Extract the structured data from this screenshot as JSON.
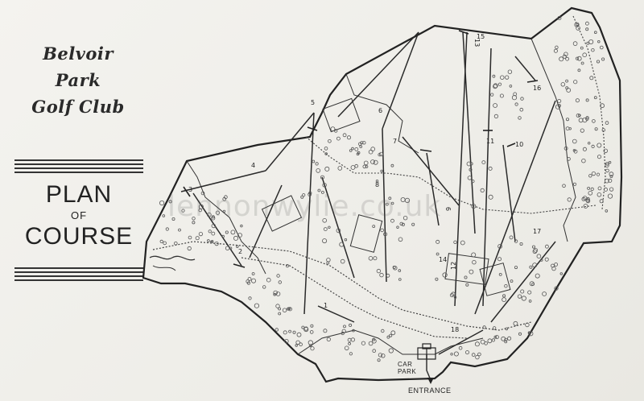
{
  "club": {
    "line1": "Belvoir Park",
    "line2": "Golf Club"
  },
  "plan": {
    "line1": "PLAN",
    "line2": "OF",
    "line3": "COURSE"
  },
  "watermark": "lennonwylie.co.uk",
  "labels": {
    "car_park_line1": "CAR",
    "car_park_line2": "PARK",
    "entrance": "ENTRANCE"
  },
  "hole_numbers": [
    "1",
    "2",
    "3",
    "4",
    "5",
    "6",
    "7",
    "8",
    "9",
    "10",
    "11",
    "12",
    "13",
    "14",
    "15",
    "16",
    "17",
    "18"
  ],
  "colors": {
    "ink": "#2a2a2a",
    "paper": "#f1f0ec",
    "tree": "#555555"
  },
  "icons": {
    "trees": "tree-cluster-icon",
    "clubhouse": "clubhouse-icon",
    "entrance": "entrance-marker-icon"
  }
}
